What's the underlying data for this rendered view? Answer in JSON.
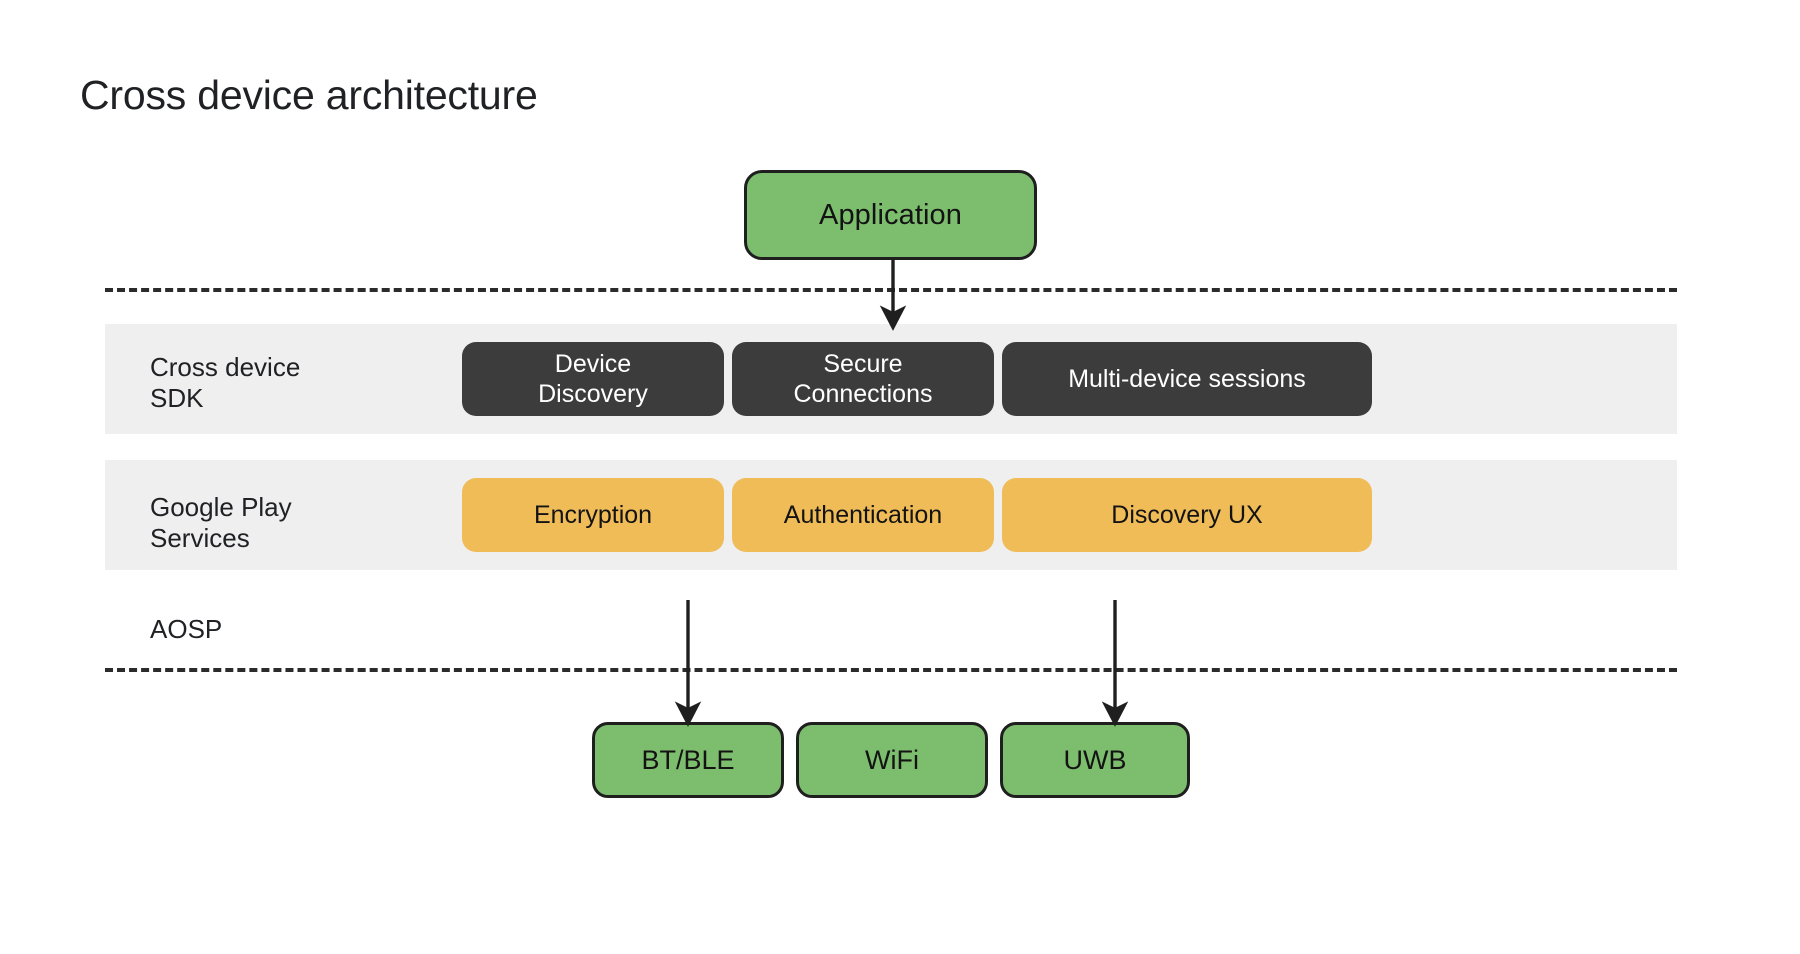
{
  "title": "Cross device architecture",
  "colors": {
    "green_node": "#7DBE6E",
    "dark_chip": "#3c3c3c",
    "amber_chip": "#efbc58",
    "band_gray": "#efefef",
    "stroke": "#1f1f1f",
    "background": "#ffffff"
  },
  "application": {
    "label": "Application"
  },
  "layers": [
    {
      "id": "cross-device-sdk",
      "label": "Cross device\nSDK",
      "style": "dark",
      "chips": [
        {
          "label": "Device\nDiscovery"
        },
        {
          "label": "Secure\nConnections"
        },
        {
          "label": "Multi-device sessions"
        }
      ]
    },
    {
      "id": "google-play-services",
      "label": "Google Play\nServices",
      "style": "amber",
      "chips": [
        {
          "label": "Encryption"
        },
        {
          "label": "Authentication"
        },
        {
          "label": "Discovery UX"
        }
      ]
    }
  ],
  "aosp": {
    "label": "AOSP"
  },
  "radios": [
    {
      "label": "BT/BLE"
    },
    {
      "label": "WiFi"
    },
    {
      "label": "UWB"
    }
  ],
  "connections": {
    "application_to_sdk": "arrow-down",
    "encryption_to_btble": "arrow-down",
    "discovery_ux_to_uwb": "arrow-down"
  },
  "dividers": {
    "top": "dashed-boundary-line",
    "bottom": "dashed-boundary-line"
  }
}
